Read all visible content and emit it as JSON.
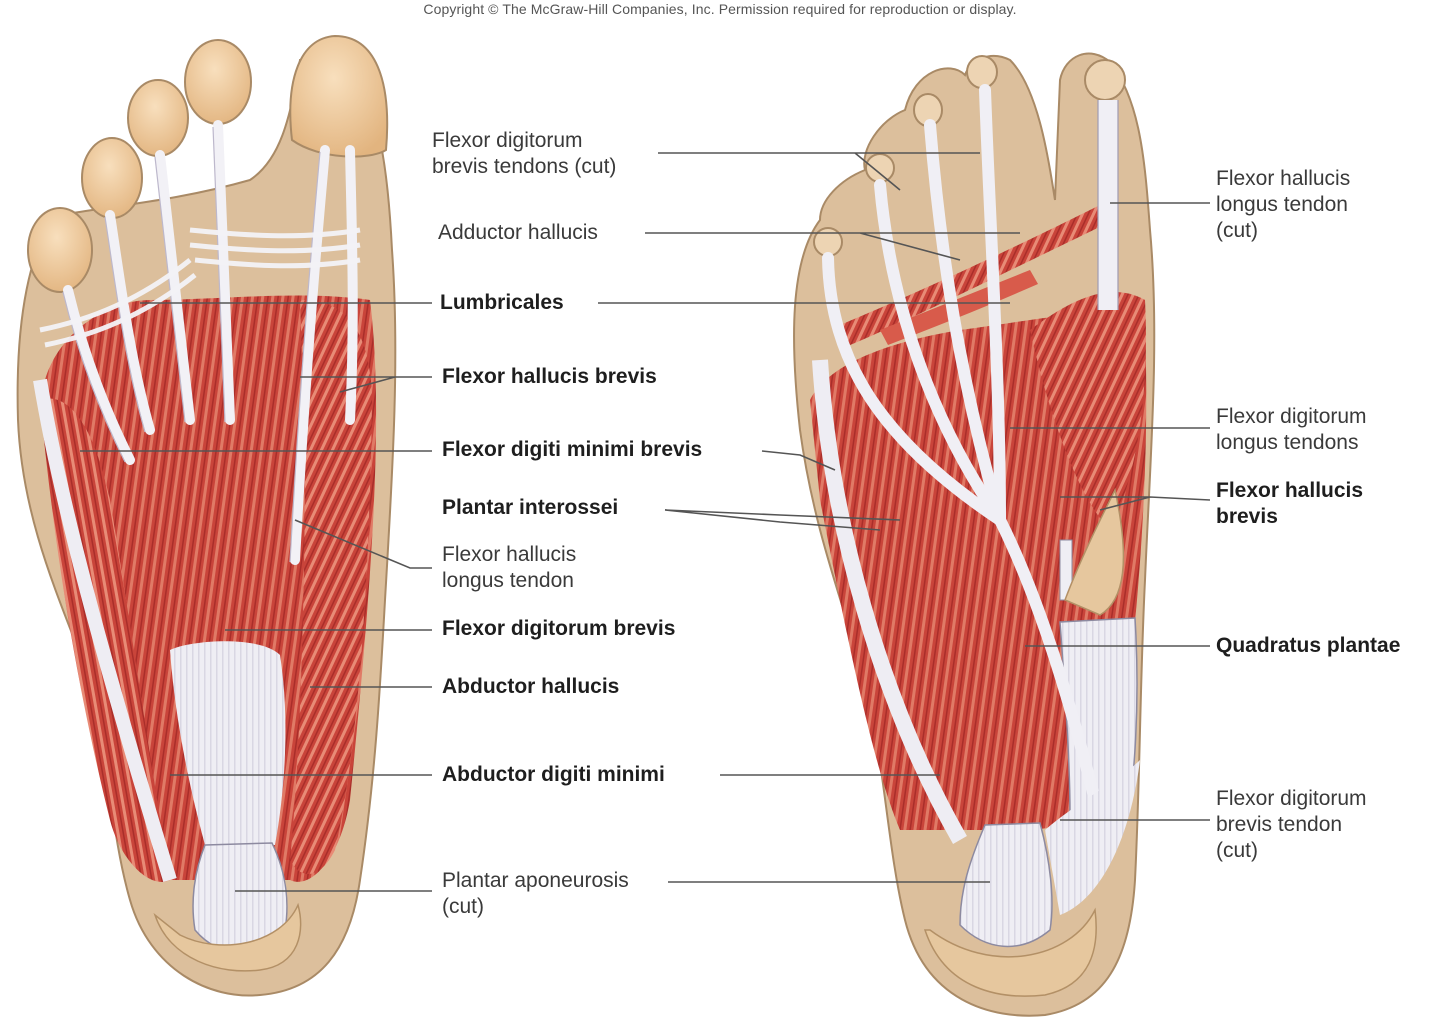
{
  "copyright": "Copyright © The McGraw-Hill Companies, Inc. Permission required for reproduction or display.",
  "colors": {
    "skin": "#dcbf9c",
    "skin_outline": "#a98a66",
    "bone": "#ecc89a",
    "muscle": "#c9443a",
    "muscle_light": "#e07a66",
    "tendon": "#ecebf2",
    "leader_line": "#555555",
    "bold_label": "#1e1e1e",
    "regular_label": "#3a3a3a"
  },
  "figures": [
    {
      "id": "superficial-layer",
      "position": "left"
    },
    {
      "id": "deep-layer",
      "position": "right"
    }
  ],
  "labels": {
    "center": [
      {
        "text": "Flexor digitorum\nbrevis tendons (cut)",
        "bold": false
      },
      {
        "text": "Adductor hallucis",
        "bold": false
      },
      {
        "text": "Lumbricales",
        "bold": true
      },
      {
        "text": "Flexor hallucis brevis",
        "bold": true
      },
      {
        "text": "Flexor digiti minimi brevis",
        "bold": true
      },
      {
        "text": "Plantar interossei",
        "bold": true
      },
      {
        "text": "Flexor hallucis\nlongus tendon",
        "bold": false
      },
      {
        "text": "Flexor digitorum brevis",
        "bold": true
      },
      {
        "text": "Abductor hallucis",
        "bold": true
      },
      {
        "text": "Abductor digiti minimi",
        "bold": true
      },
      {
        "text": "Plantar aponeurosis\n(cut)",
        "bold": false
      }
    ],
    "right": [
      {
        "text": "Flexor hallucis\nlongus tendon\n(cut)",
        "bold": false
      },
      {
        "text": "Flexor digitorum\nlongus tendons",
        "bold": false
      },
      {
        "text": "Flexor hallucis\nbrevis",
        "bold": true
      },
      {
        "text": "Quadratus plantae",
        "bold": true
      },
      {
        "text": "Flexor digitorum\nbrevis tendon\n(cut)",
        "bold": false
      }
    ]
  }
}
